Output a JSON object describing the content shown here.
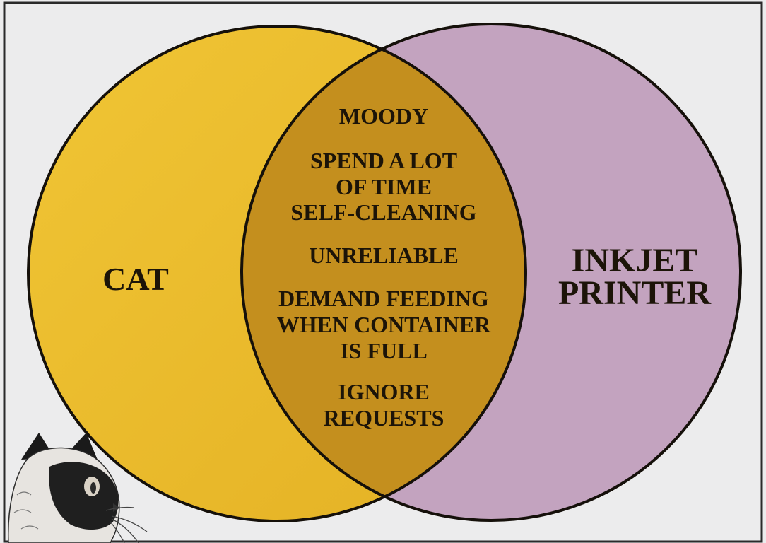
{
  "diagram": {
    "type": "venn",
    "sets": [
      {
        "id": "a",
        "label": "CAT",
        "color": "#e9b92a"
      },
      {
        "id": "b",
        "label_lines": [
          "INKJET",
          "PRINTER"
        ],
        "color": "#c3a3bf"
      }
    ],
    "intersection": {
      "color": "#c48f1e",
      "items": [
        {
          "lines": [
            "MOODY"
          ]
        },
        {
          "lines": [
            "SPEND A LOT",
            "OF TIME",
            "SELF-CLEANING"
          ]
        },
        {
          "lines": [
            "UNRELIABLE"
          ]
        },
        {
          "lines": [
            "DEMAND FEEDING",
            "WHEN CONTAINER",
            "IS FULL"
          ]
        },
        {
          "lines": [
            "IGNORE",
            "REQUESTS"
          ]
        }
      ]
    },
    "outline_color": "#15100a",
    "background_color": "#ececed",
    "illustration": "cat-head-illustration"
  }
}
